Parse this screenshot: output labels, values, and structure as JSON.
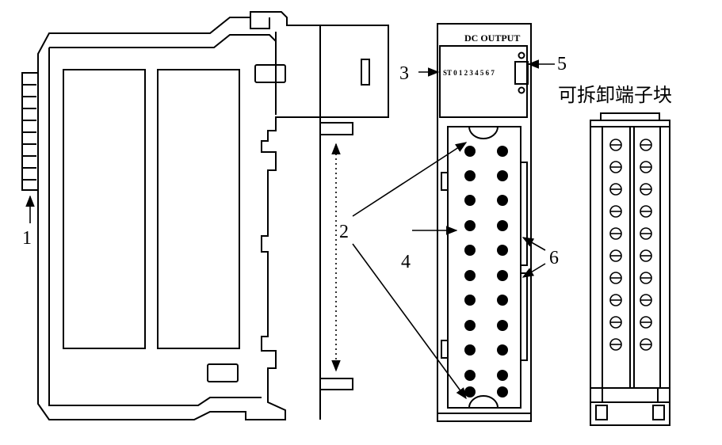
{
  "diagram": {
    "callouts": {
      "c1": "1",
      "c2": "2",
      "c3": "3",
      "c4": "4",
      "c5": "5",
      "c6": "6"
    },
    "front_panel": {
      "title": "DC OUTPUT",
      "led_labels": "ST 0 1 2 3 4 5 6 7"
    },
    "terminal_block_caption": "可拆卸端子块"
  },
  "colors": {
    "line": "#000000",
    "background": "#ffffff"
  }
}
